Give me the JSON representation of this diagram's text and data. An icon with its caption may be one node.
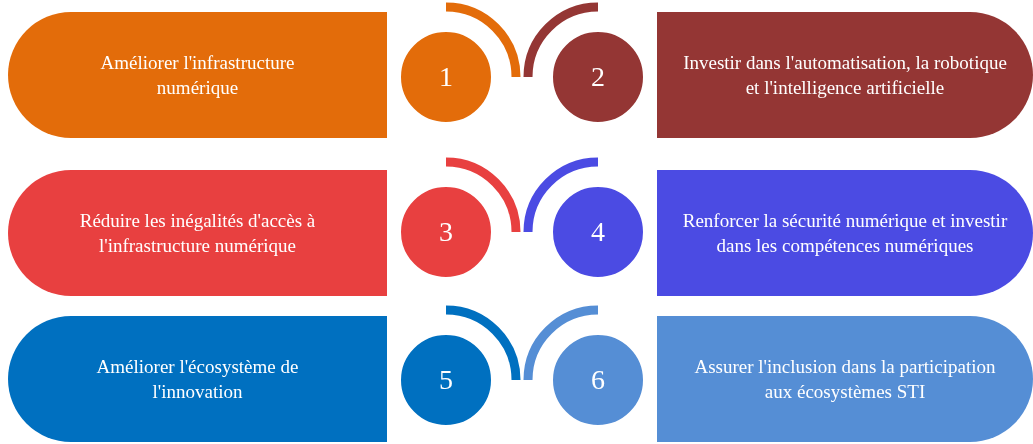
{
  "diagram": {
    "nodes": [
      {
        "text": [
          "Améliorer l'infrastructure numérique"
        ]
      },
      {
        "text": [
          "1"
        ]
      },
      {
        "text": [
          "2"
        ]
      },
      {
        "text": [
          "Investir dans l'automatisation, la robotique et l'intelligence artificielle"
        ]
      },
      {
        "text": [
          "Réduire les inégalités d'accès à l'infrastructure numérique"
        ]
      },
      {
        "text": [
          "3"
        ]
      },
      {
        "text": [
          "4"
        ]
      },
      {
        "text": [
          "Renforcer la sécurité numérique et investir dans les compétences numériques"
        ]
      },
      {
        "text": [
          "Améliorer l'écosystème de l'innovation"
        ]
      },
      {
        "text": [
          "5"
        ]
      },
      {
        "text": [
          "6"
        ]
      },
      {
        "text": [
          "Assurer l'inclusion dans la participation aux écosystèmes STI"
        ]
      }
    ],
    "edges": []
  }
}
